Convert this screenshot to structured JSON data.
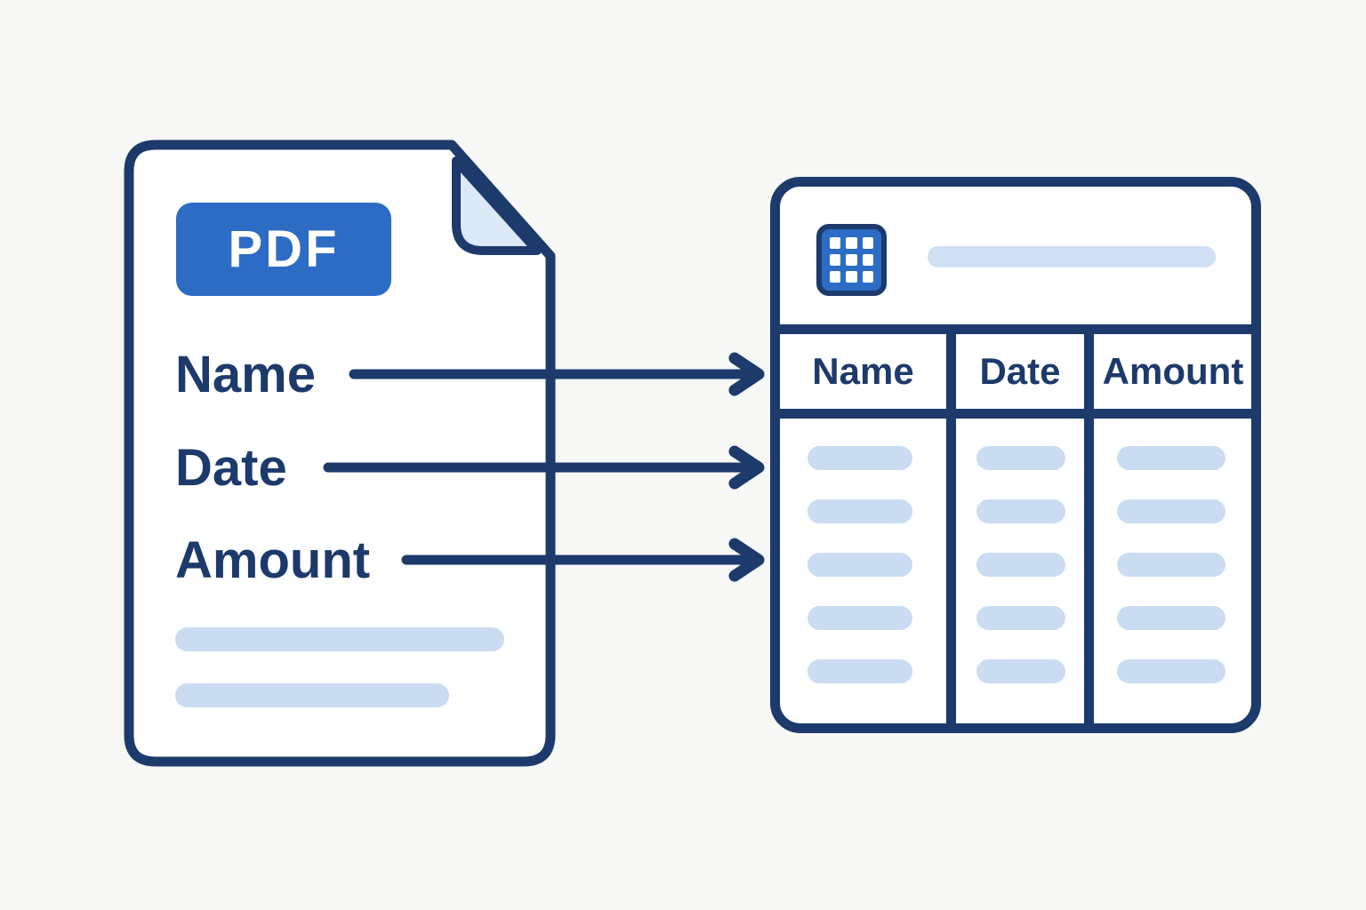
{
  "diagram": {
    "description_labels": {},
    "colors": {
      "navy": "#1c3a6b",
      "accent_blue": "#2c6cc4",
      "placeholder_blue": "#c9dcf1",
      "fold_blue": "#dde9f7",
      "background": "#f7f7f5",
      "surface_white": "#ffffff"
    },
    "pdf_document": {
      "badge_label": "PDF",
      "fields": [
        {
          "label": "Name"
        },
        {
          "label": "Date"
        },
        {
          "label": "Amount"
        }
      ],
      "placeholder_line_count": 2
    },
    "mapping_arrows": [
      {
        "source": "Name",
        "target_column": "Name"
      },
      {
        "source": "Date",
        "target_column": "Date"
      },
      {
        "source": "Amount",
        "target_column": "Amount"
      }
    ],
    "spreadsheet_table": {
      "toolbar": {
        "icon": "grid-icon",
        "title_placeholder_bar": true
      },
      "headers": [
        {
          "label": "Name"
        },
        {
          "label": "Date"
        },
        {
          "label": "Amount"
        }
      ],
      "placeholder_rows_per_column": 5,
      "column_count": 3
    }
  }
}
